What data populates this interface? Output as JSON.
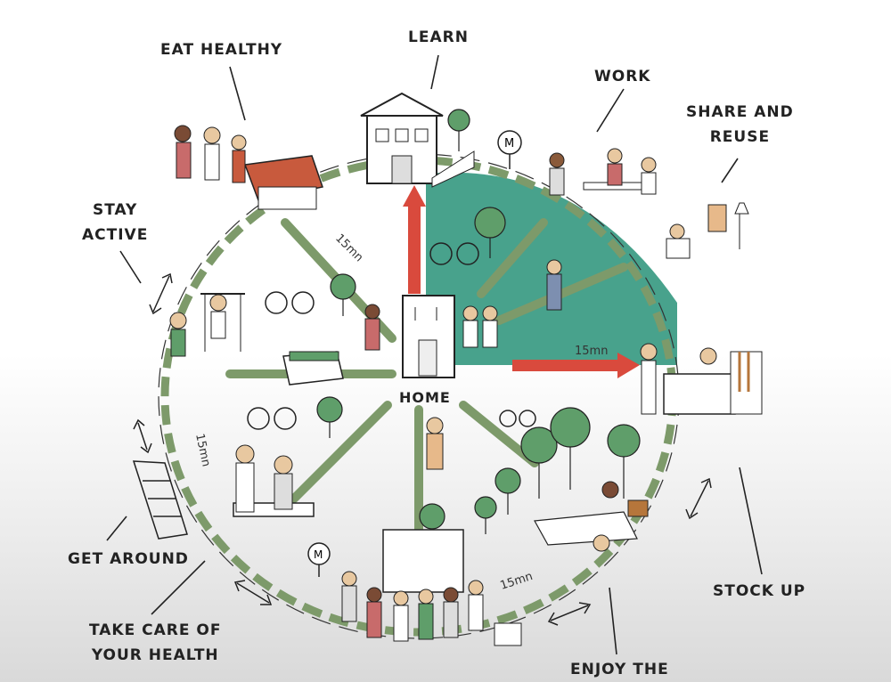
{
  "labels": {
    "eat_healthy": "EAT HEALTHY",
    "learn": "LEARN",
    "work": "WORK",
    "share_and_reuse_1": "SHARE AND",
    "share_and_reuse_2": "REUSE",
    "stay_active_1": "STAY",
    "stay_active_2": "ACTIVE",
    "home": "HOME",
    "get_around": "GET AROUND",
    "take_care_1": "TAKE CARE OF",
    "take_care_2": "YOUR HEALTH",
    "stock_up": "STOCK UP",
    "enjoy": "ENJOY THE"
  },
  "distance_labels": {
    "nw": "15mn",
    "east": "15mn",
    "west": "15mn",
    "south": "15mn"
  },
  "metro_sign": "M",
  "colors": {
    "quadrant_fill": "#3e9d86",
    "path_green": "#7d9a6a",
    "arrow_red": "#d94a3d",
    "ink": "#222222"
  }
}
